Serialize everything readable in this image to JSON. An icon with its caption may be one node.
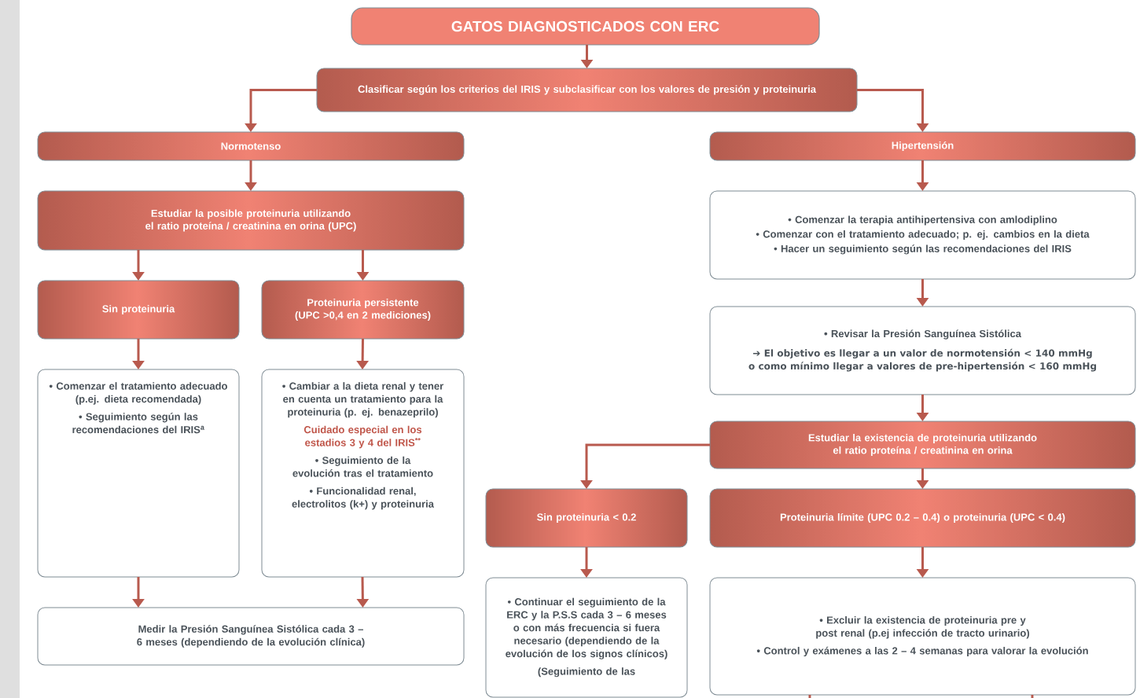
{
  "diagram": {
    "nodes": [
      {
        "text": [
          "GATOS DIAGNOSTICADOS CON ERC"
        ]
      },
      {
        "text": [
          "Clasificar según los criterios del IRIS y subclasificar con los valores de presión y proteinuria"
        ]
      },
      {
        "text": [
          "Normotenso"
        ]
      },
      {
        "text": [
          "Hipertensión"
        ]
      },
      {
        "text": [
          "Estudiar la posible proteinuria utilizando el ratio proteína / creatinina en orina (UPC)"
        ]
      },
      {
        "text": [
          "Sin proteinuria"
        ]
      },
      {
        "text": [
          "Proteinuria persistente (UPC >0,4 en 2 mediciones)"
        ]
      },
      {
        "text": [
          "• Comenzar el tratamiento adecuado (p.ej. dieta recomendada)",
          "• Seguimiento según las recomendaciones del IRIS$^{a}$"
        ]
      },
      {
        "text": [
          "• Cambiar a la dieta renal y tener en cuenta un tratamiento para la proteinuria (p. ej. benazeprilo)",
          "Cuidado especial en los estadios 3 y 4 del IRIS$^{**}$",
          "• Seguimiento de la evolución tras el tratamiento",
          "• Funcionalidad renal, electrolitos (k+) y proteinuria"
        ]
      },
      {
        "text": [
          "Medir la Presión Sanguínea Sistólica cada 3 – 6 meses (dependiendo de la evolución clínica)"
        ]
      },
      {
        "text": [
          "• Comenzar la terapia antihipertensiva con amlodiplino",
          "• Comenzar con el tratamiento adecuado; p. ej. cambios en la dieta",
          "• Hacer un seguimiento según las recomendaciones del IRIS"
        ]
      },
      {
        "text": [
          "• Revisar la Presión Sanguínea Sistólica",
          "➔ El objetivo es llegar a un valor de normotensión < 140 mmHg o como mínimo llegar a valores de pre-hipertensión < 160 mmHg"
        ]
      },
      {
        "text": [
          "Estudiar la existencia de proteinuria utilizando el ratio proteína / creatinina en orina"
        ]
      },
      {
        "text": [
          "Sin proteinuria < 0.2"
        ]
      },
      {
        "text": [
          "Proteinuria límite (UPC 0.2 – 0.4) o proteinuria (UPC < 0.4)"
        ]
      },
      {
        "text": [
          "• Continuar el seguimiento de la ERC y la P.S.S cada 3 – 6 meses o con más frecuencia si fuera necesario (dependiendo de la evolución de los signos clínicos)",
          "(Seguimiento de las"
        ]
      },
      {
        "text": [
          "• Excluir la existencia de proteinuria pre y post renal (p.ej infección de tracto urinario)",
          "• Control y exámenes a las 2 – 4 semanas para valorar la evolución"
        ]
      }
    ],
    "edges": [
      {
        "from": 0,
        "to": 1,
        "arrow": "to"
      },
      {
        "from": 1,
        "to": 2,
        "arrow": "to"
      },
      {
        "from": 1,
        "to": 3,
        "arrow": "to"
      },
      {
        "from": 2,
        "to": 4,
        "arrow": "to"
      },
      {
        "from": 4,
        "to": 5,
        "arrow": "to"
      },
      {
        "from": 4,
        "to": 6,
        "arrow": "to"
      },
      {
        "from": 5,
        "to": 7,
        "arrow": "to"
      },
      {
        "from": 6,
        "to": 8,
        "arrow": "to"
      },
      {
        "from": 7,
        "to": 9,
        "arrow": "to"
      },
      {
        "from": 8,
        "to": 9,
        "arrow": "to"
      },
      {
        "from": 3,
        "to": 10,
        "arrow": "to"
      },
      {
        "from": 10,
        "to": 11,
        "arrow": "to"
      },
      {
        "from": 11,
        "to": 12,
        "arrow": "to"
      },
      {
        "from": 12,
        "to": 13,
        "arrow": "to"
      },
      {
        "from": 12,
        "to": 14,
        "arrow": "to"
      },
      {
        "from": 13,
        "to": 15,
        "arrow": "to"
      },
      {
        "from": 14,
        "to": 16,
        "arrow": "to"
      },
      {
        "from": 16,
        "to": null,
        "arrow": "none"
      },
      {
        "from": 16,
        "to": null,
        "arrow": "none"
      }
    ]
  }
}
